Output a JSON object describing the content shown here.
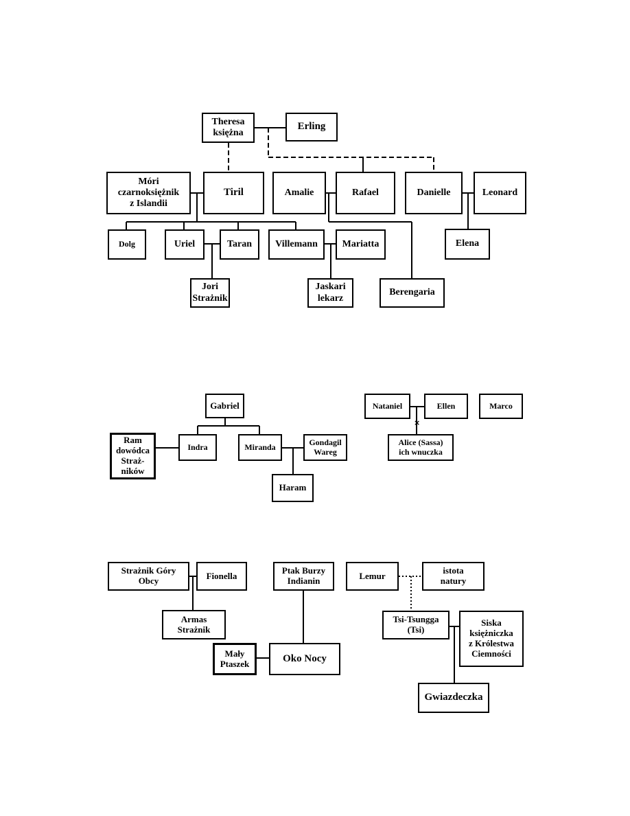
{
  "family_tree_1": {
    "theresa": "Theresa\nksiężna",
    "erling": "Erling",
    "mori": "Móri\nczarnoksiężnik\nz Islandii",
    "tiril": "Tiril",
    "amalie": "Amalie",
    "rafael": "Rafael",
    "danielle": "Danielle",
    "leonard": "Leonard",
    "dolg": "Dolg",
    "uriel": "Uriel",
    "taran": "Taran",
    "villemann": "Villemann",
    "mariatta": "Mariatta",
    "elena": "Elena",
    "jori": "Jori\nStrażnik",
    "jaskari": "Jaskari\nlekarz",
    "berengaria": "Berengaria"
  },
  "family_tree_2": {
    "gabriel": "Gabriel",
    "ram": "Ram\ndowódca\nStraż-\nników",
    "indra": "Indra",
    "miranda": "Miranda",
    "gondagil": "Gondagil\nWareg",
    "haram": "Haram"
  },
  "family_tree_3": {
    "nataniel": "Nataniel",
    "ellen": "Ellen",
    "marco": "Marco",
    "alice": "Alice (Sassa)\nich wnuczka",
    "cross_mark": "×"
  },
  "family_tree_4": {
    "straznik_gory": "Strażnik Góry\nObcy",
    "fionella": "Fionella",
    "armas": "Armas\nStrażnik",
    "ptak_burzy": "Ptak Burzy\nIndianin",
    "maly_ptaszek": "Mały\nPtaszek",
    "oko_nocy": "Oko Nocy"
  },
  "family_tree_5": {
    "lemur": "Lemur",
    "istota": "istota\nnatury",
    "tsi": "Tsi-Tsungga\n(Tsi)",
    "siska": "Siska\nksiężniczka\nz Królestwa\nCiemności",
    "gwiazdeczka": "Gwiazdeczka"
  }
}
